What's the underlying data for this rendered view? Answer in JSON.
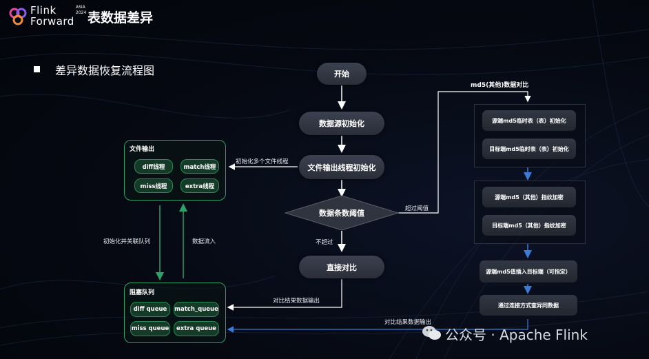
{
  "header": {
    "logo_line1": "Flink",
    "logo_line2": "Forward",
    "logo_badge_1": "ASIA",
    "logo_badge_2": "2024",
    "title": "表数据差异"
  },
  "section_title": "差异数据恢复流程图",
  "flow": {
    "start": "开始",
    "init_source": "数据源初始化",
    "init_threads": "文件输出线程初始化",
    "threshold": "数据条数阈值",
    "direct_compare": "直接对比"
  },
  "file_output": {
    "title": "文件输出",
    "tags": [
      "diff线程",
      "match线程",
      "miss线程",
      "extra线程"
    ]
  },
  "blocking_queue": {
    "title": "阻塞队列",
    "tags": [
      "diff queue",
      "match_queue",
      "miss queue",
      "extra queue"
    ]
  },
  "md5_flow": {
    "title": "md5(其他)数据对比",
    "group1": [
      "源端md5临时表（表）初始化",
      "目标端md5临时表（表）初始化"
    ],
    "group2": [
      "源端md5（其他）指纹加密",
      "目标端md5（其他）指纹加密"
    ],
    "step3": "源端md5值插入目标端（可指定）",
    "step4": "通过连接方式查异同数据"
  },
  "edge_labels": {
    "init_multi_threads": "初始化多个文件线程",
    "over_threshold": "超过阈值",
    "not_over": "不超过",
    "init_queues": "初始化并关联队列",
    "data_inflow": "数据流入",
    "compare_output_1": "对比结果数据输出",
    "compare_output_2": "对比结果数据输出"
  },
  "watermark": "公众号 · Apache Flink",
  "colors": {
    "green": "#2ea06a",
    "blue": "#3a7bd5",
    "white": "#ffffff"
  }
}
